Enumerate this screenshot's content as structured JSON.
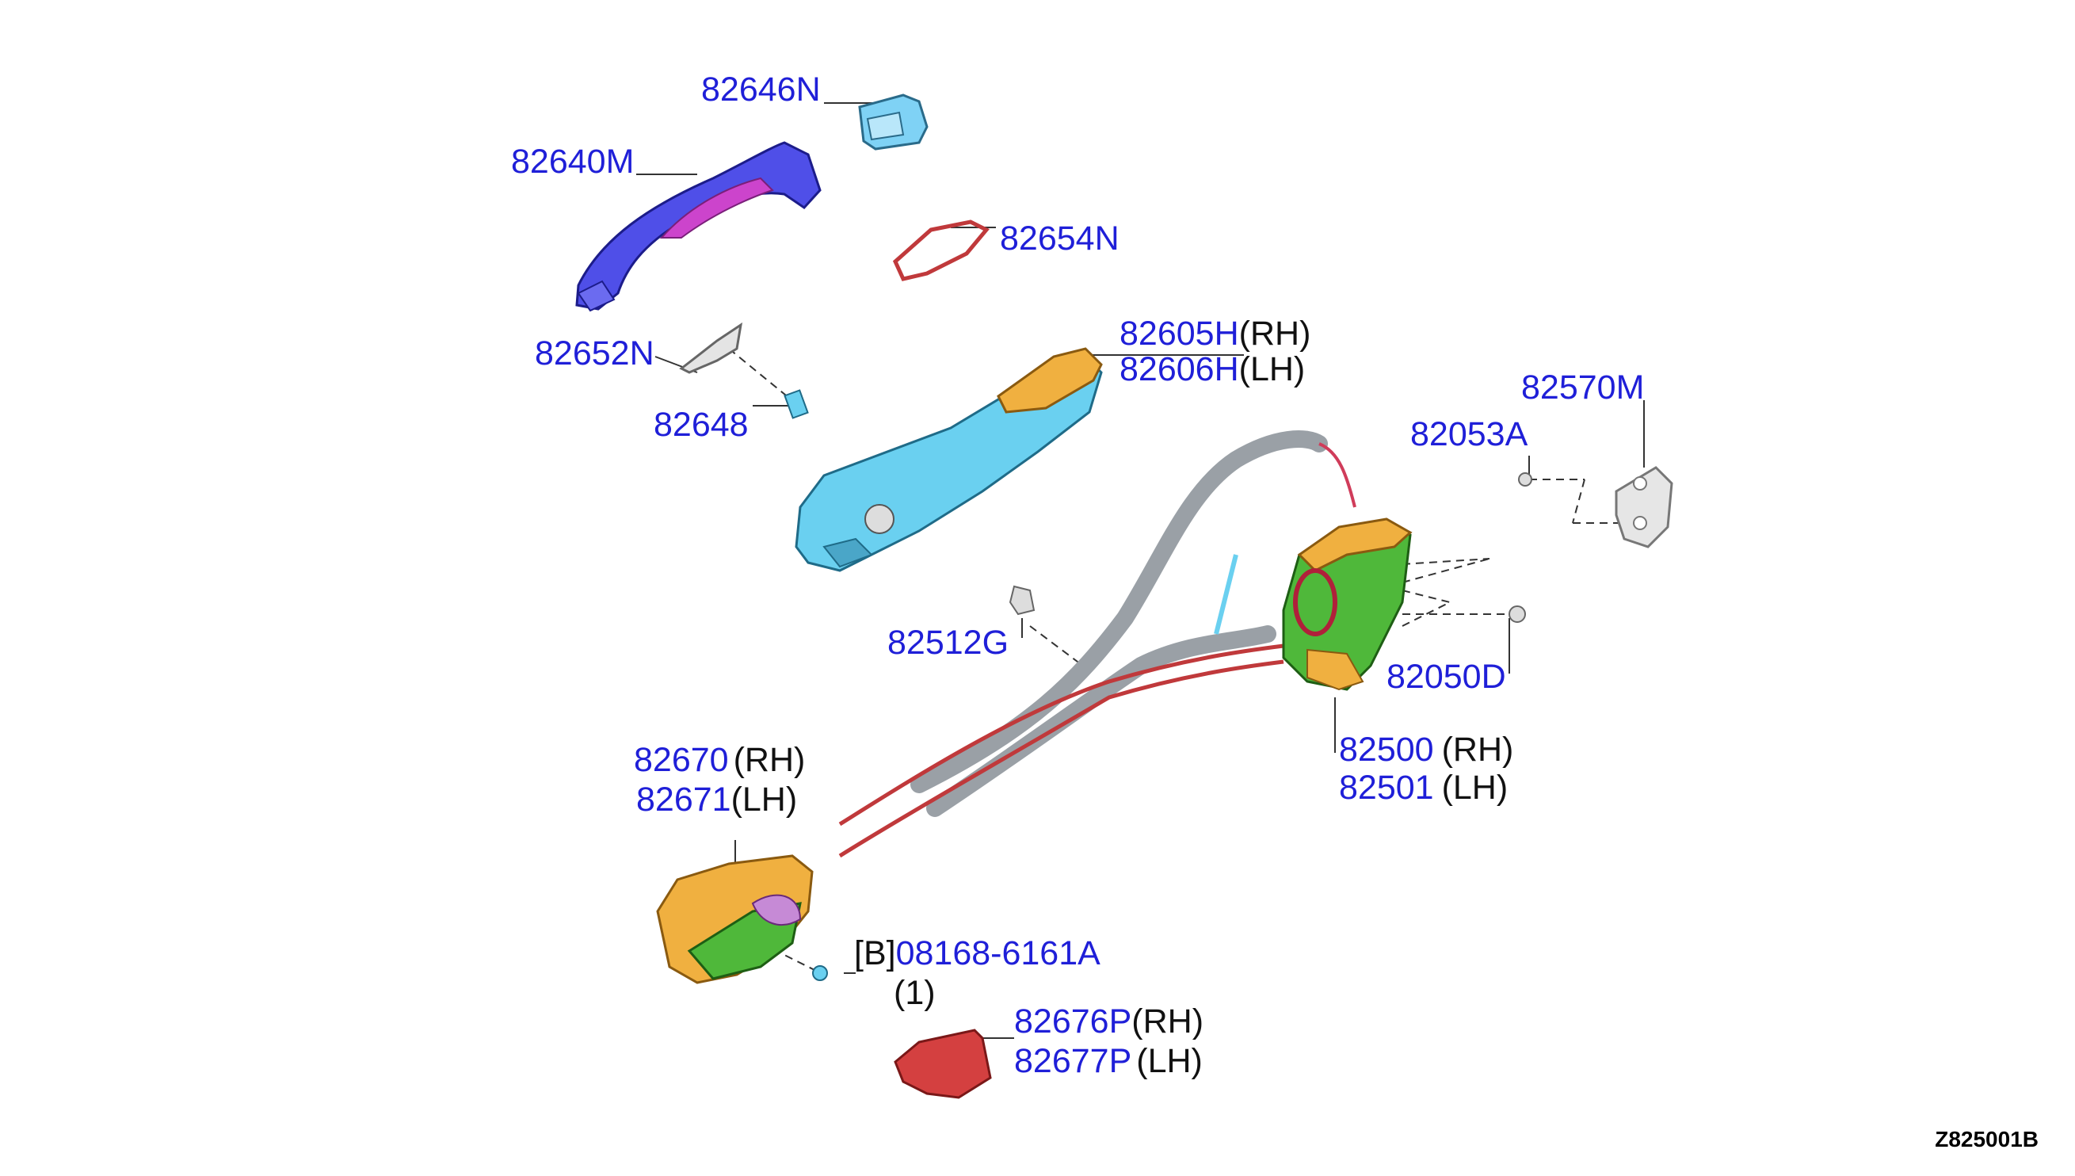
{
  "figure_id": "Z825001B",
  "colors": {
    "part_number": "#1f1fd8",
    "suffix": "#111111",
    "leader": "#333333"
  },
  "labels": {
    "p82646N": "82646N",
    "p82640M": "82640M",
    "p82654N": "82654N",
    "p82652N": "82652N",
    "p82648": "82648",
    "p82605H": {
      "number": "82605H",
      "side": "(RH)"
    },
    "p82606H": {
      "number": "82606H",
      "side": "(LH)"
    },
    "p82570M": "82570M",
    "p82053A": "82053A",
    "p82512G": "82512G",
    "p82050D": "82050D",
    "p82500": {
      "number": "82500",
      "side": "(RH)"
    },
    "p82501": {
      "number": "82501",
      "side": "(LH)"
    },
    "p82670": {
      "number": "82670",
      "side": "(RH)"
    },
    "p82671": {
      "number": "82671",
      "side": "(LH)"
    },
    "p08168": {
      "prefix": "[B]",
      "number": "08168-6161A",
      "qty": "(1)"
    },
    "p82676P": {
      "number": "82676P",
      "side": "(RH)"
    },
    "p82677P": {
      "number": "82677P",
      "side": "(LH)"
    }
  }
}
